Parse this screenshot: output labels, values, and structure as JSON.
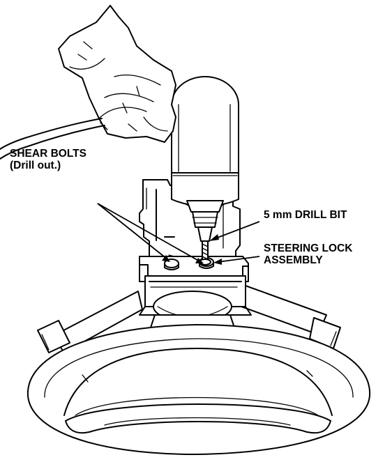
{
  "callouts": {
    "shear_bolts": {
      "line1": "SHEAR BOLTS",
      "line2": "(Drill out.)"
    },
    "drill_bit": {
      "label": "5 mm DRILL BIT"
    },
    "steering_lock": {
      "line1": "STEERING LOCK",
      "line2": "ASSEMBLY"
    }
  },
  "colors": {
    "ink": "#000000",
    "paper": "#ffffff"
  }
}
